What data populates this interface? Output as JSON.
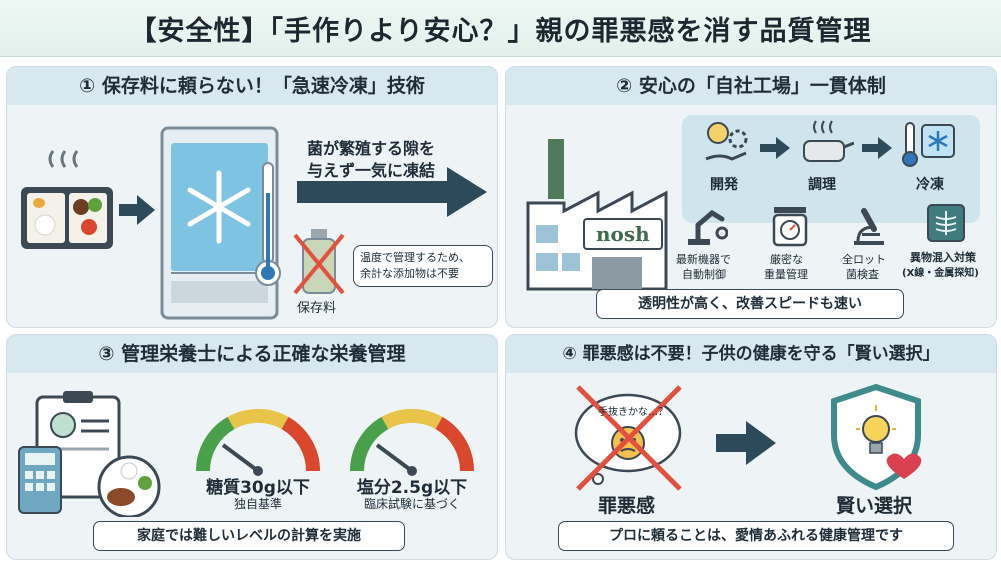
{
  "title": "【安全性】「手作りより安心？」親の罪悪感を消す品質管理",
  "panel1": {
    "heading": "① 保存料に頼らない！「急速冷凍」技術",
    "arrow_text_1": "菌が繁殖する隙を",
    "arrow_text_2": "与えず一気に凍結",
    "bubble_1": "温度で管理するため、",
    "bubble_2": "余計な添加物は不要",
    "preservative_label": "保存料"
  },
  "panel2": {
    "heading": "② 安心の「自社工場」一貫体制",
    "factory_sign": "nosh",
    "flow": [
      "開発",
      "調理",
      "冷凍"
    ],
    "features": [
      {
        "line1": "最新機器で",
        "line2": "自動制御"
      },
      {
        "line1": "厳密な",
        "line2": "重量管理"
      },
      {
        "line1": "全ロット",
        "line2": "菌検査"
      },
      {
        "line1": "異物混入対策",
        "line2": "(X線・金属探知)"
      }
    ],
    "footer": "透明性が高く、改善スピードも速い"
  },
  "panel3": {
    "heading": "③ 管理栄養士による正確な栄養管理",
    "gauge1_main": "糖質30g以下",
    "gauge1_sub": "独自基準",
    "gauge2_main": "塩分2.5g以下",
    "gauge2_sub": "臨床試験に基づく",
    "footer": "家庭では難しいレベルの計算を実施"
  },
  "panel4": {
    "heading": "④ 罪悪感は不要！子供の健康を守る「賢い選択」",
    "thought": "手抜きかな…？",
    "left_label": "罪悪感",
    "right_label": "賢い選択",
    "footer": "プロに頼ることは、愛情あふれる健康管理です"
  }
}
